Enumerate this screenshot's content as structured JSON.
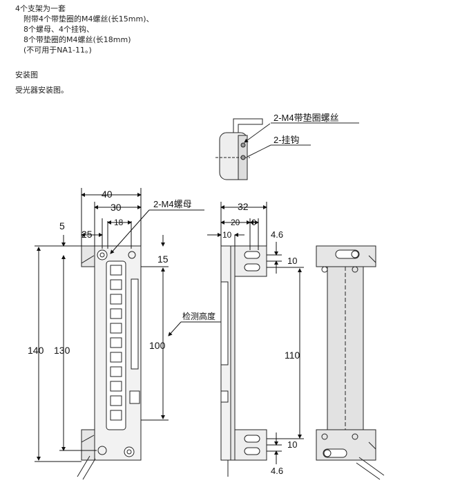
{
  "header": {
    "title": "4个支架为一套",
    "lines": [
      "附带4个带垫圈的M4螺丝(长15mm)、",
      "8个螺母、4个挂钩、",
      "8个带垫圈的M4螺丝(长18mm)",
      "(不可用于NA1-11。)"
    ]
  },
  "section": {
    "heading": "安装图",
    "subheading": "受光器安装图。"
  },
  "drawing": {
    "callouts": {
      "screw_washer": "2-M4带垫圈螺丝",
      "hook": "2-挂钩",
      "nut": "2-M4螺母",
      "detect_height": "检测高度"
    },
    "dims": {
      "w40": "40",
      "w30": "30",
      "w25": "25",
      "w18": "18",
      "w5": "5",
      "w15": "15",
      "h140": "140",
      "h130": "130",
      "h100": "100",
      "w32": "32",
      "w20": "20",
      "w10a": "10",
      "w6": "6",
      "d46a": "4.6",
      "d10a": "10",
      "h110": "110",
      "d10b": "10",
      "d46b": "4.6"
    }
  }
}
